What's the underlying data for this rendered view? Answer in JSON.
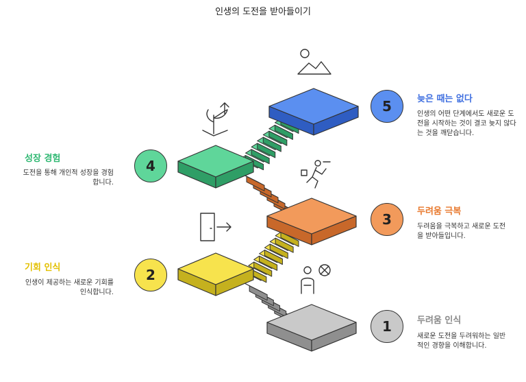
{
  "title": "인생의 도전을 받아들이기",
  "colors": {
    "gray": "#c9c9c9",
    "gray_dark": "#8f8f8f",
    "yellow": "#f7e34d",
    "yellow_dark": "#c5b11e",
    "orange": "#f29a5b",
    "orange_dark": "#c8682a",
    "green": "#5fd69a",
    "green_dark": "#2f9e66",
    "blue": "#5b8ff0",
    "blue_dark": "#2f5dc2",
    "head_gray": "#8a8a8a",
    "head_yellow": "#e3c000",
    "head_orange": "#e8782c",
    "head_green": "#2fb872",
    "head_blue": "#3f6fe0"
  },
  "steps": [
    {
      "number": "1",
      "heading": "두려움 인식",
      "body": "새로운 도전을 두려워하는 일반적인 경향을 이해합니다.",
      "icon": "person-fear-icon"
    },
    {
      "number": "2",
      "heading": "기회 인식",
      "body": "인생이 제공하는 새로운 기회를 인식합니다.",
      "icon": "door-exit-icon"
    },
    {
      "number": "3",
      "heading": "두려움 극복",
      "body": "두려움을 극복하고 새로운 도전을 받아들입니다.",
      "icon": "person-running-icon"
    },
    {
      "number": "4",
      "heading": "성장 경험",
      "body": "도전을 통해 개인적 성장을 경험합니다.",
      "icon": "plant-growth-icon"
    },
    {
      "number": "5",
      "heading": "늦은 때는 없다",
      "body": "인생의 어떤 단계에서도 새로운 도전을 시작하는 것이 결코 늦지 않다는 것을 깨닫습니다.",
      "icon": "mountain-icon"
    }
  ]
}
